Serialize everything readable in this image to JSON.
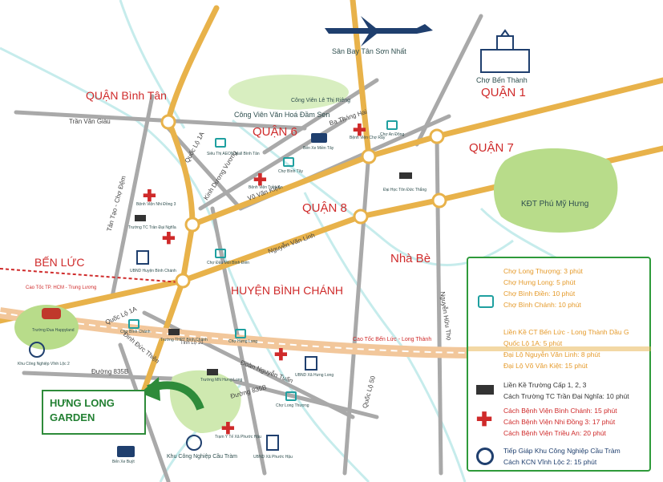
{
  "map": {
    "airport": "Sân Bay Tân Sơn Nhất",
    "ben_thanh": "Chợ Bến Thành",
    "parks": "Công Viên Văn Hoá Đầm Sen",
    "le_thi_rieng": "Công Viên Lê Thị Riêng",
    "districts": {
      "binh_tan": "QUẬN Bình Tân",
      "q1": "QUẬN 1",
      "q6": "QUẬN 6",
      "q7": "QUẬN 7",
      "q8": "QUẬN 8",
      "binh_chanh": "HUYỆN BÌNH CHÁNH",
      "ben_luc": "BẾN LỨC",
      "nha_be": "Nhà Bè",
      "phu_my_hung": "KĐT Phú Mỹ Hưng"
    },
    "streets": {
      "tran_van_giau": "Trần Văn Giàu",
      "ql1a_upper": "Quốc Lộ 1A",
      "ql1a_lower": "Quốc Lộ 1A",
      "kinh_duong_vuong": "Kinh Dương Vương",
      "vo_van_kiet": "Võ Văn Kiệt",
      "nguyen_van_linh": "Nguyễn Văn Linh",
      "tan_tao_cho_dem": "Tân Tạo - Chợ Đệm",
      "ba_thang_hai": "Ba Tháng Hai",
      "nguyen_huu_tho": "Nguyễn Hữu Thọ",
      "cao_toc_hcm_trung_luong": "Cao Tốc TP. HCM - Trung Lương",
      "cao_toc_ben_luc_long_thanh": "Cao Tốc Bến Lức - Long Thành",
      "dinh_duc_thien": "Đinh Đức Thiện",
      "duong_835b_left": "Đường 835B",
      "duong_835b_right": "Đường 835B",
      "doan_nguyen_tuan": "Đoàn Nguyễn Tuấn",
      "ql50": "Quốc Lộ 50",
      "tinh_lo_10": "Tỉnh Lộ 10"
    },
    "pois": {
      "sieu_thi_aeon": "Siêu Thị AEON Mall Bình Tân",
      "bv_trieu_an": "Bệnh Viện Triều An",
      "cho_binh_tay": "Chợ Bình Tây",
      "ben_xe_mien_tay": "Bến Xe Miền Tây",
      "bv_cho_ray": "Bệnh Viện Chợ Rẫy",
      "cho_an_dong": "Chợ An Đông",
      "dh_ton_duc_thang": "Đại Học Tôn Đức Thắng",
      "bv_nhi_dong_3": "Bệnh Viện Nhi Đồng 3",
      "truong_tc_tran_dai_nghia": "Trường TC Trần Đại Nghĩa",
      "cho_dau_moi_binh_dien": "Chợ Đầu Mối Bình Điền",
      "ubnd_binh_chanh": "UBND Huyện Bình Chánh",
      "truong_dua_happyland": "Trường Đua Happyland",
      "kcn_vinh_loc_2": "Khu Công Nghiệp Vĩnh Lộc 2",
      "cho_binh_chanh": "Chợ Bình Chánh",
      "truong_binh_chanh": "Trường THPT Bình Chánh",
      "truong_mn_hung_long": "Trường MN Hưng Long",
      "cho_hung_long": "Chợ Hưng Long",
      "ubnd_xa_hung_long": "UBND Xã Hưng Long",
      "cho_long_thuong": "Chợ Long Thượng",
      "kcn_cau_tram": "Khu Công Nghiệp Cầu Tràm",
      "tram_y_te": "Trạm Y Tế Xã Phước Hậu",
      "ubnd_xa_phuoc_hau": "UBND Xã Phước Hậu",
      "ben_xe_buyt": "Bến Xe Buýt"
    }
  },
  "project": {
    "line1": "HƯNG LONG",
    "line2": "GARDEN"
  },
  "legend": {
    "markets": [
      "Chợ Long Thượng: 3 phút",
      "Chợ Hưng Long: 5 phút",
      "Chợ Bình Điền: 10 phút",
      "Chợ Bình Chánh: 10 phút"
    ],
    "roads": [
      "Liền Kề CT Bến Lức - Long Thành Dầu G",
      "Quốc Lộ 1A: 5 phút",
      "Đại Lộ Nguyễn Văn Linh: 8 phút",
      "Đại Lộ Võ Văn Kiệt: 15 phút"
    ],
    "schools": [
      "Liền Kề Trường Cấp 1, 2, 3",
      "Cách Trường TC Trần Đại Nghĩa: 10 phút"
    ],
    "hospitals": [
      "Cách Bệnh Viện Bình Chánh: 15 phút",
      "Cách Bệnh Viện Nhi Đồng 3: 17 phút",
      "Cách Bệnh Viện Triều An: 20 phút"
    ],
    "industry": [
      "Tiếp Giáp Khu Công Nghiệp Cầu Tràm",
      "Cách KCN Vĩnh Lộc 2: 15 phút"
    ]
  },
  "colors": {
    "main_road": "#e8b24a",
    "secondary_road": "#a9a9a9",
    "river": "#c6ecec",
    "green": "#2e9a3a",
    "red": "#cf2a2a",
    "expressway": "#f2c79b"
  }
}
